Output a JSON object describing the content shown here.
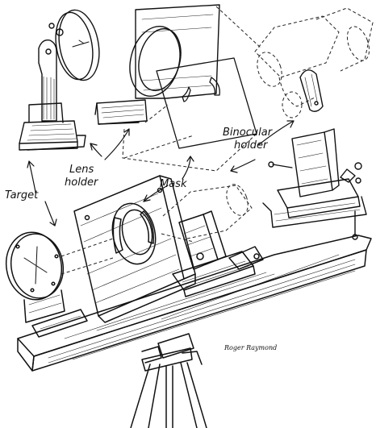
{
  "labels": {
    "lens_holder_line1": "Lens",
    "lens_holder_line2": "holder",
    "binocular_holder_line1": "Binocular",
    "binocular_holder_line2": "holder",
    "mask": "Mask",
    "target": "Target"
  },
  "signature": "Roger Raymond",
  "colors": {
    "ink": "#111111",
    "paper": "#ffffff"
  }
}
